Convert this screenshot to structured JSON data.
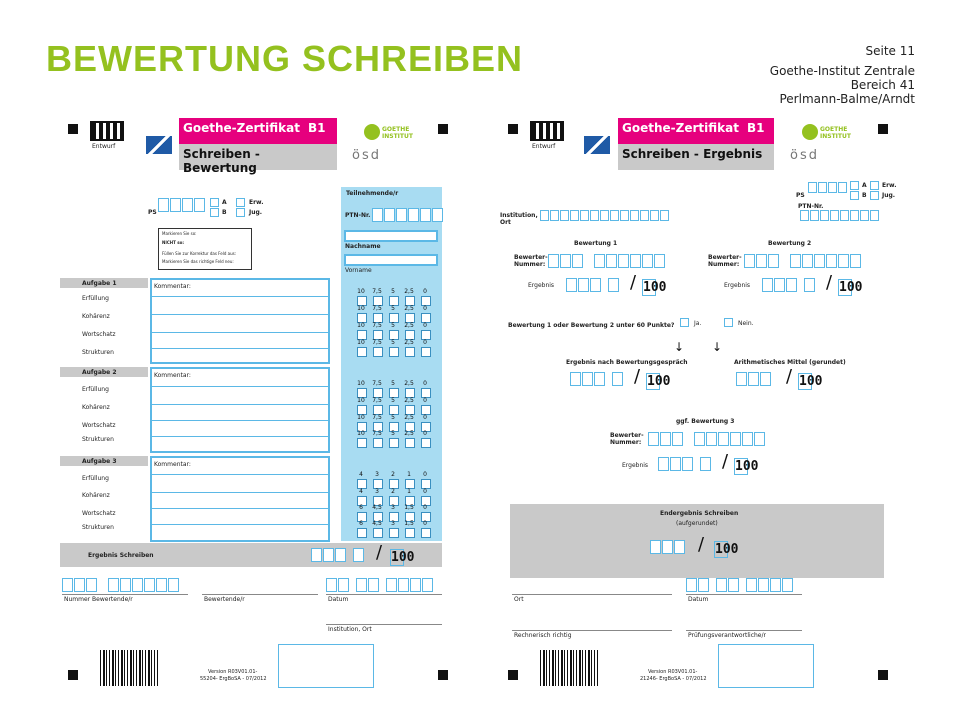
{
  "page": {
    "title": "BEWERTUNG SCHREIBEN",
    "page_number": "Seite 11",
    "org_line1": "Goethe-Institut Zentrale",
    "org_line2": "Bereich 41",
    "org_line3": "Perlmann-Balme/Arndt"
  },
  "left_form": {
    "entwurf": "Entwurf",
    "title": "Goethe-Zertifikat",
    "level": "B1",
    "subtitle": "Schreiben - Bewertung",
    "osd": "ösd",
    "goethe_logo": "GOETHE INSTITUT",
    "ps": "PS",
    "a": "A",
    "b": "B",
    "erw": "Erw.",
    "jug": "Jug.",
    "marking_1": "Markieren Sie so:",
    "marking_2": "NICHT so:",
    "marking_3": "Füllen Sie zur Korrektur das Feld aus:",
    "marking_4": "Markieren Sie das richtige Feld neu:",
    "teilnehmende": "Teilnehmende/r",
    "ptn_nr": "PTN-Nr.",
    "nachname": "Nachname",
    "vorname": "Vorname",
    "aufgabe1": "Aufgabe 1",
    "aufgabe2": "Aufgabe 2",
    "aufgabe3": "Aufgabe 3",
    "kommentar": "Kommentar:",
    "erfuellung": "Erfüllung",
    "kohaerenz": "Kohärenz",
    "wortschatz": "Wortschatz",
    "strukturen": "Strukturen",
    "scores_a12": [
      "10",
      "7,5",
      "5",
      "2,5",
      "0"
    ],
    "scores_a3_1": [
      "4",
      "3",
      "2",
      "1",
      "0"
    ],
    "scores_a3_2": [
      "4",
      "3",
      "2",
      "1",
      "0"
    ],
    "scores_a3_3": [
      "6",
      "4,5",
      "3",
      "1,5",
      "0"
    ],
    "scores_a3_4": [
      "6",
      "4,5",
      "3",
      "1,5",
      "0"
    ],
    "ergebnis": "Ergebnis Schreiben",
    "hundred": "100",
    "nummer_bewertende": "Nummer Bewertende/r",
    "bewertende": "Bewertende/r",
    "datum": "Datum",
    "institution_ort": "Institution, Ort",
    "version_1": "Version R03V01.01-",
    "version_2": "55204- ErgBoSA - 07/2012"
  },
  "right_form": {
    "entwurf": "Entwurf",
    "title": "Goethe-Zertifikat",
    "level": "B1",
    "subtitle": "Schreiben - Ergebnis",
    "osd": "ösd",
    "goethe_logo": "GOETHE INSTITUT",
    "ps": "PS",
    "a": "A",
    "b": "B",
    "erw": "Erw.",
    "jug": "Jug.",
    "ptn_nr": "PTN-Nr.",
    "institution_ort": "Institution, Ort",
    "bewertung1": "Bewertung 1",
    "bewertung2": "Bewertung 2",
    "bewerter_nummer": "Bewerter-Nummer:",
    "ergebnis": "Ergebnis",
    "hundred": "100",
    "question": "Bewertung 1 oder Bewertung 2 unter 60 Punkte?",
    "ja": "Ja.",
    "nein": "Nein.",
    "nach_gespraech": "Ergebnis nach Bewertungsgespräch",
    "arith_mittel": "Arithmetisches Mittel (gerundet)",
    "ggf_bewertung3": "ggf. Bewertung 3",
    "endergebnis": "Endergebnis Schreiben",
    "aufgerundet": "(aufgerundet)",
    "ort": "Ort",
    "datum": "Datum",
    "rechnerisch": "Rechnerisch richtig",
    "pruefungsverantwortliche": "Prüfungsverantwortliche/r",
    "version_1": "Version R03V01.01-",
    "version_2": "21246- ErgBoSA - 07/2012"
  }
}
